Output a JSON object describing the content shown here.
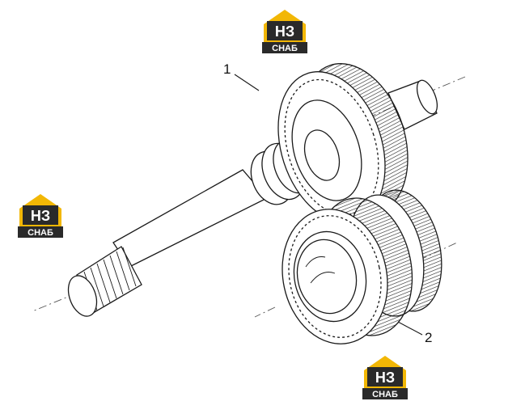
{
  "callouts": {
    "one": "1",
    "two": "2"
  },
  "logo": {
    "main": "НЗ",
    "sub": "СНАБ"
  },
  "colors": {
    "logo_yellow": "#f2b705",
    "logo_dark": "#2a2a2a",
    "line": "#1a1a1a"
  }
}
